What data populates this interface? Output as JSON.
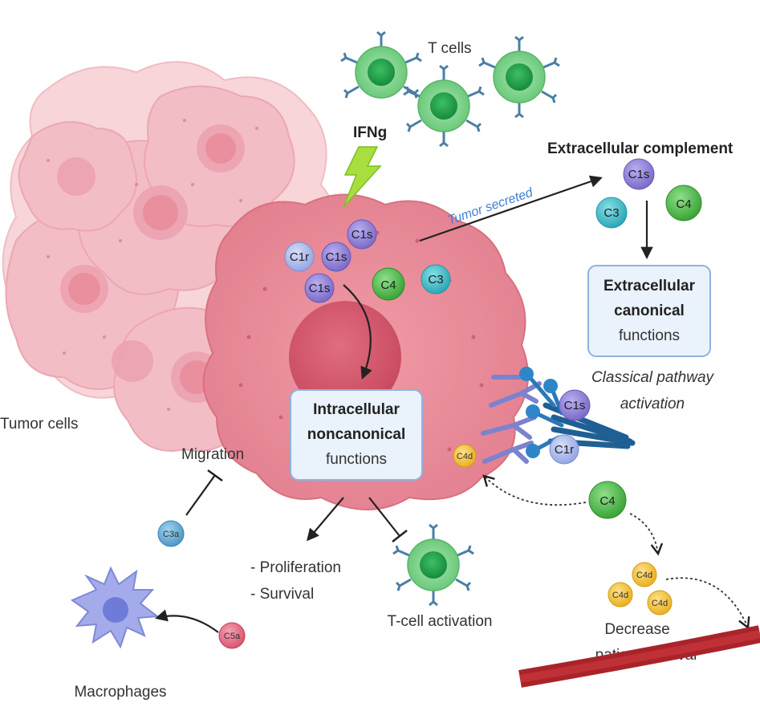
{
  "labels": {
    "t_cells": "T cells",
    "ifng": "IFNg",
    "extracellular_complement": "Extracellular complement",
    "tumor_secreted": "Tumor secreted",
    "tumor_cells": "Tumor cells",
    "migration": "Migration",
    "classical_line1": "Classical pathway",
    "classical_line2": "activation",
    "proliferation": "- Proliferation",
    "survival": "- Survival",
    "tcell_activation": "T-cell activation",
    "macrophages": "Macrophages",
    "decrease_line1": "Decrease",
    "decrease_line2": "patient survival"
  },
  "boxes": {
    "extracellular": {
      "line1": "Extracellular",
      "line2": "canonical",
      "line3": "functions"
    },
    "intracellular": {
      "line1": "Intracellular",
      "line2": "noncanonical",
      "line3": "functions"
    }
  },
  "molecules": {
    "c1s": "C1s",
    "c1r": "C1r",
    "c3": "C3",
    "c4": "C4",
    "c4d": "C4d",
    "c3a": "C3a",
    "c5a": "C5a"
  },
  "colors": {
    "tumor_pink": "#e88a98",
    "tumor_bg": "#f4c2c9",
    "nucleus": "#d65a6f",
    "tcell_green": "#7fd38c",
    "tcell_core": "#1e9e4a",
    "c1s_purple": "#8c7ed3",
    "c1r_blue": "#a9b7ea",
    "c3_teal": "#3fb6c2",
    "c4_green": "#4cb84a",
    "c4d_yellow": "#f4c23a",
    "c3a_blue": "#5fa9d4",
    "c5a_pink": "#e46a85",
    "box_fill": "#eaf2fb",
    "box_border": "#8fb3dd",
    "vessel_red": "#b5262b",
    "lightning": "#9bd83a",
    "macrophage": "#8f98e6",
    "tumor_secreted_text": "#3d7fd1"
  }
}
